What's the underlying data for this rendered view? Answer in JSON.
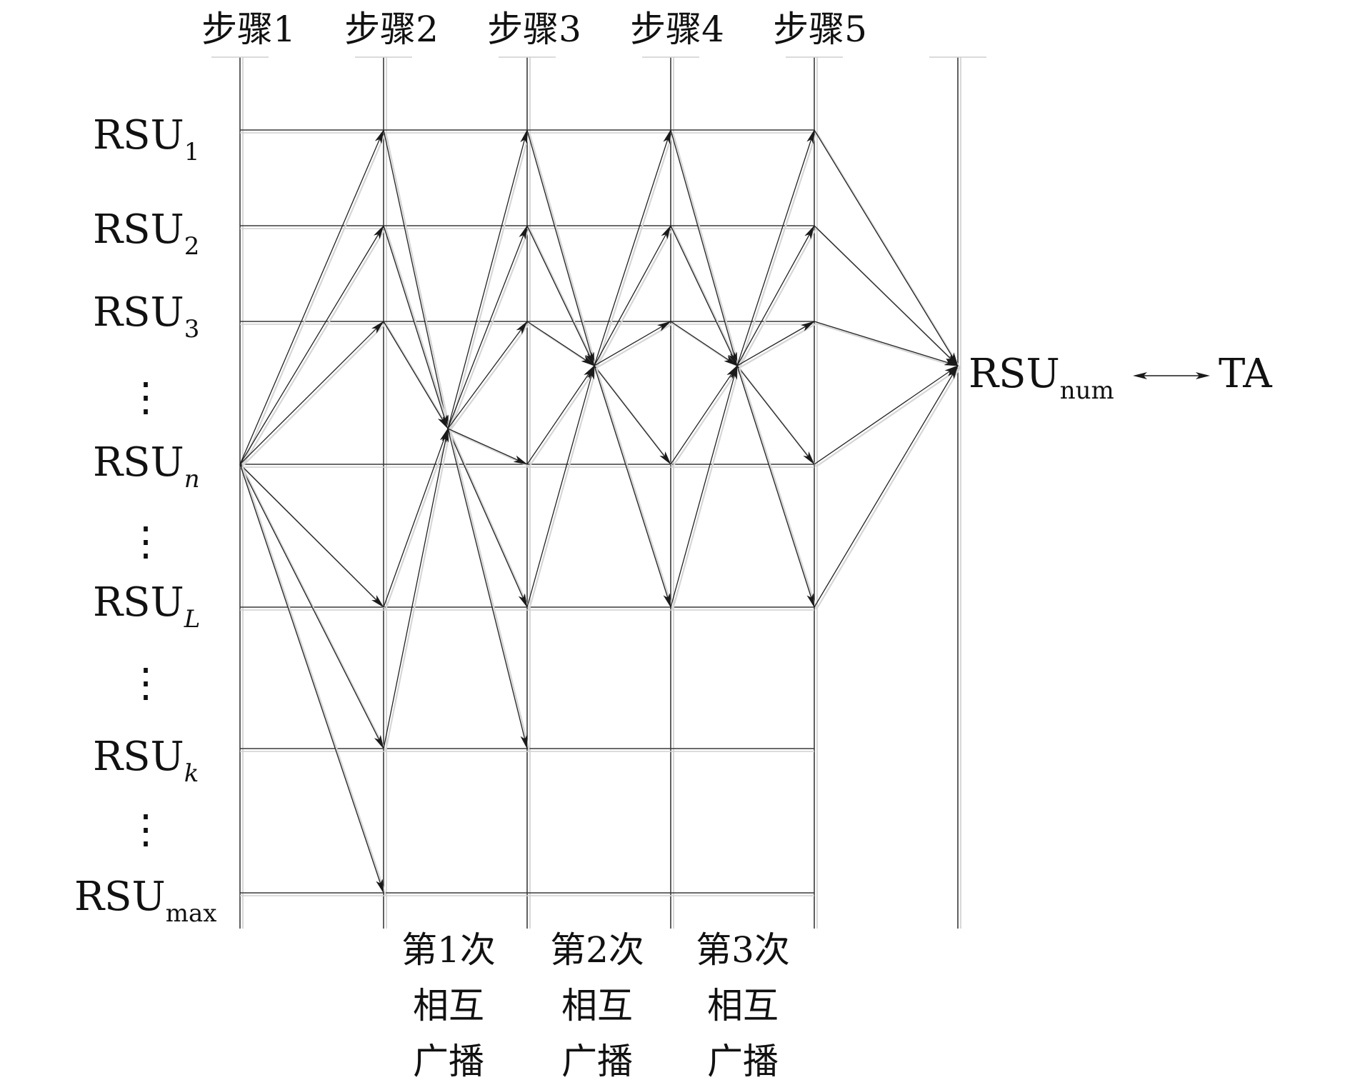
{
  "steps": [
    "步骤1",
    "步骤2",
    "步骤3",
    "步骤4",
    "步骤5"
  ],
  "rsus": [
    {
      "id": "1",
      "base": "RSU",
      "sub": "1",
      "italic": false
    },
    {
      "id": "2",
      "base": "RSU",
      "sub": "2",
      "italic": false
    },
    {
      "id": "3",
      "base": "RSU",
      "sub": "3",
      "italic": false
    },
    {
      "id": "n",
      "base": "RSU",
      "sub": "n",
      "italic": true
    },
    {
      "id": "L",
      "base": "RSU",
      "sub": "L",
      "italic": true
    },
    {
      "id": "k",
      "base": "RSU",
      "sub": "k",
      "italic": true
    },
    {
      "id": "max",
      "base": "RSU",
      "sub": "max",
      "italic": false
    }
  ],
  "ellipsis": "⋮",
  "target": {
    "base": "RSU",
    "sub": "num",
    "partner": "TA",
    "link": "↔"
  },
  "rounds": [
    {
      "lines": [
        "第1次",
        "相互",
        "广播"
      ]
    },
    {
      "lines": [
        "第2次",
        "相互",
        "广播"
      ]
    },
    {
      "lines": [
        "第3次",
        "相互",
        "广播"
      ]
    }
  ],
  "arrows": [
    [
      "n",
      0,
      "1",
      1
    ],
    [
      "n",
      0,
      "2",
      1
    ],
    [
      "n",
      0,
      "3",
      1
    ],
    [
      "n",
      0,
      "L",
      1
    ],
    [
      "n",
      0,
      "k",
      1
    ],
    [
      "n",
      0,
      "max",
      1
    ],
    [
      "1",
      1,
      "H1",
      0
    ],
    [
      "2",
      1,
      "H1",
      0
    ],
    [
      "3",
      1,
      "H1",
      0
    ],
    [
      "L",
      1,
      "H1",
      0
    ],
    [
      "k",
      1,
      "H1",
      0
    ],
    [
      "H1",
      0,
      "1",
      2
    ],
    [
      "H1",
      0,
      "2",
      2
    ],
    [
      "H1",
      0,
      "3",
      2
    ],
    [
      "H1",
      0,
      "n",
      2
    ],
    [
      "H1",
      0,
      "L",
      2
    ],
    [
      "H1",
      0,
      "k",
      2
    ],
    [
      "1",
      2,
      "H2",
      0
    ],
    [
      "2",
      2,
      "H2",
      0
    ],
    [
      "3",
      2,
      "H2",
      0
    ],
    [
      "n",
      2,
      "H2",
      0
    ],
    [
      "L",
      2,
      "H2",
      0
    ],
    [
      "H2",
      0,
      "1",
      3
    ],
    [
      "H2",
      0,
      "2",
      3
    ],
    [
      "H2",
      0,
      "3",
      3
    ],
    [
      "H2",
      0,
      "n",
      3
    ],
    [
      "H2",
      0,
      "L",
      3
    ],
    [
      "1",
      3,
      "H3",
      0
    ],
    [
      "2",
      3,
      "H3",
      0
    ],
    [
      "3",
      3,
      "H3",
      0
    ],
    [
      "n",
      3,
      "H3",
      0
    ],
    [
      "L",
      3,
      "H3",
      0
    ],
    [
      "H3",
      0,
      "1",
      4
    ],
    [
      "H3",
      0,
      "2",
      4
    ],
    [
      "H3",
      0,
      "3",
      4
    ],
    [
      "H3",
      0,
      "n",
      4
    ],
    [
      "H3",
      0,
      "L",
      4
    ],
    [
      "1",
      4,
      "T",
      0
    ],
    [
      "2",
      4,
      "T",
      0
    ],
    [
      "3",
      4,
      "T",
      0
    ],
    [
      "n",
      4,
      "T",
      0
    ],
    [
      "L",
      4,
      "T",
      0
    ]
  ]
}
